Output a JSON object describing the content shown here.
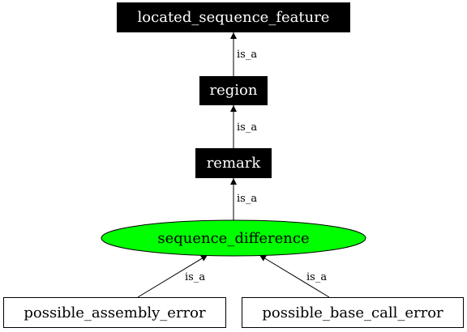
{
  "nodes": {
    "located_sequence_feature": {
      "label": "located_sequence_feature",
      "style": "filled-box"
    },
    "region": {
      "label": "region",
      "style": "filled-box"
    },
    "remark": {
      "label": "remark",
      "style": "filled-box"
    },
    "sequence_difference": {
      "label": "sequence_difference",
      "style": "ellipse",
      "fill": "#00ff00"
    },
    "possible_assembly_error": {
      "label": "possible_assembly_error",
      "style": "outline-box"
    },
    "possible_base_call_error": {
      "label": "possible_base_call_error",
      "style": "outline-box"
    }
  },
  "edges": [
    {
      "from": "region",
      "to": "located_sequence_feature",
      "label": "is_a"
    },
    {
      "from": "remark",
      "to": "region",
      "label": "is_a"
    },
    {
      "from": "sequence_difference",
      "to": "remark",
      "label": "is_a"
    },
    {
      "from": "possible_assembly_error",
      "to": "sequence_difference",
      "label": "is_a"
    },
    {
      "from": "possible_base_call_error",
      "to": "sequence_difference",
      "label": "is_a"
    }
  ],
  "colors": {
    "filled_box_bg": "#000000",
    "filled_box_text": "#ffffff",
    "ellipse_fill": "#00ff00",
    "outline_stroke": "#000000",
    "text": "#000000"
  }
}
